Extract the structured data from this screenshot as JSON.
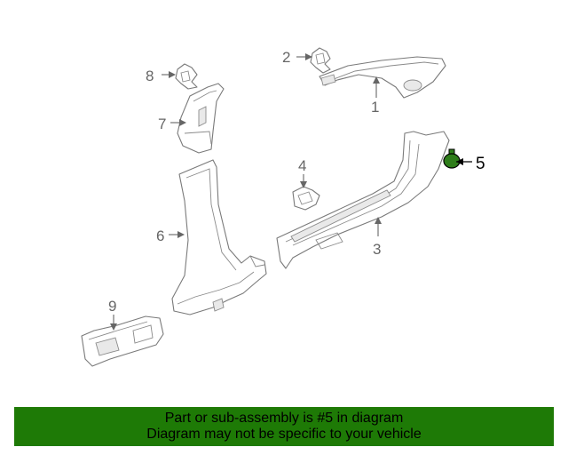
{
  "diagram": {
    "callouts": [
      {
        "id": "1",
        "label": "1"
      },
      {
        "id": "2",
        "label": "2"
      },
      {
        "id": "3",
        "label": "3"
      },
      {
        "id": "4",
        "label": "4"
      },
      {
        "id": "5",
        "label": "5",
        "highlighted": true
      },
      {
        "id": "6",
        "label": "6"
      },
      {
        "id": "7",
        "label": "7"
      },
      {
        "id": "8",
        "label": "8"
      },
      {
        "id": "9",
        "label": "9"
      }
    ],
    "highlight_color": "#2e7d1a"
  },
  "banner": {
    "line1": "Part or sub-assembly is #5 in diagram",
    "line2": "Diagram may not be specific to your vehicle",
    "background": "#1e7a06"
  }
}
